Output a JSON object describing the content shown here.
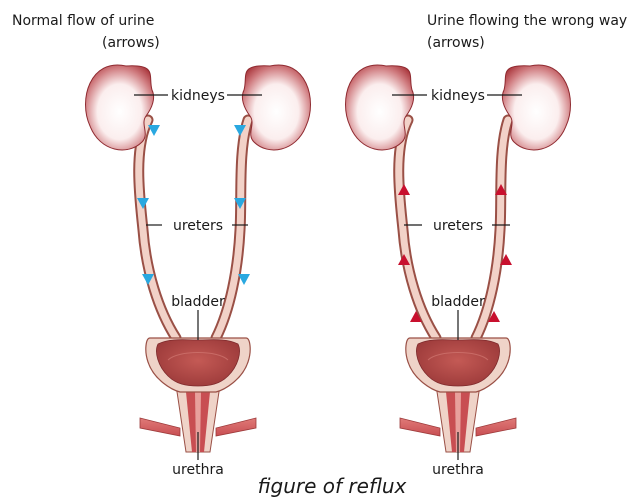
{
  "left_panel": {
    "title_line1": "Normal flow of urine",
    "title_line2": "(arrows)",
    "label_kidneys": "kidneys",
    "label_ureters": "ureters",
    "label_bladder": "bladder",
    "label_urethra": "urethra",
    "flow_direction": "down",
    "arrow_color": "#29a8e0",
    "arrow_icon": "triangle-down-arrow-icon"
  },
  "right_panel": {
    "title_line1": "Urine flowing the wrong way",
    "title_line2": "(arrows)",
    "label_kidneys": "kidneys",
    "label_ureters": "ureters",
    "label_bladder": "bladder",
    "label_urethra": "urethra",
    "flow_direction": "up",
    "arrow_color": "#c8102e",
    "arrow_icon": "triangle-up-arrow-icon"
  },
  "caption": "figure of reflux",
  "colors": {
    "kidney": "#a8343a",
    "ureter_fill": "#f2d2c8",
    "ureter_edge": "#9a5046",
    "bladder_fill": "#b64a48",
    "bladder_outer": "#efd3c8"
  }
}
